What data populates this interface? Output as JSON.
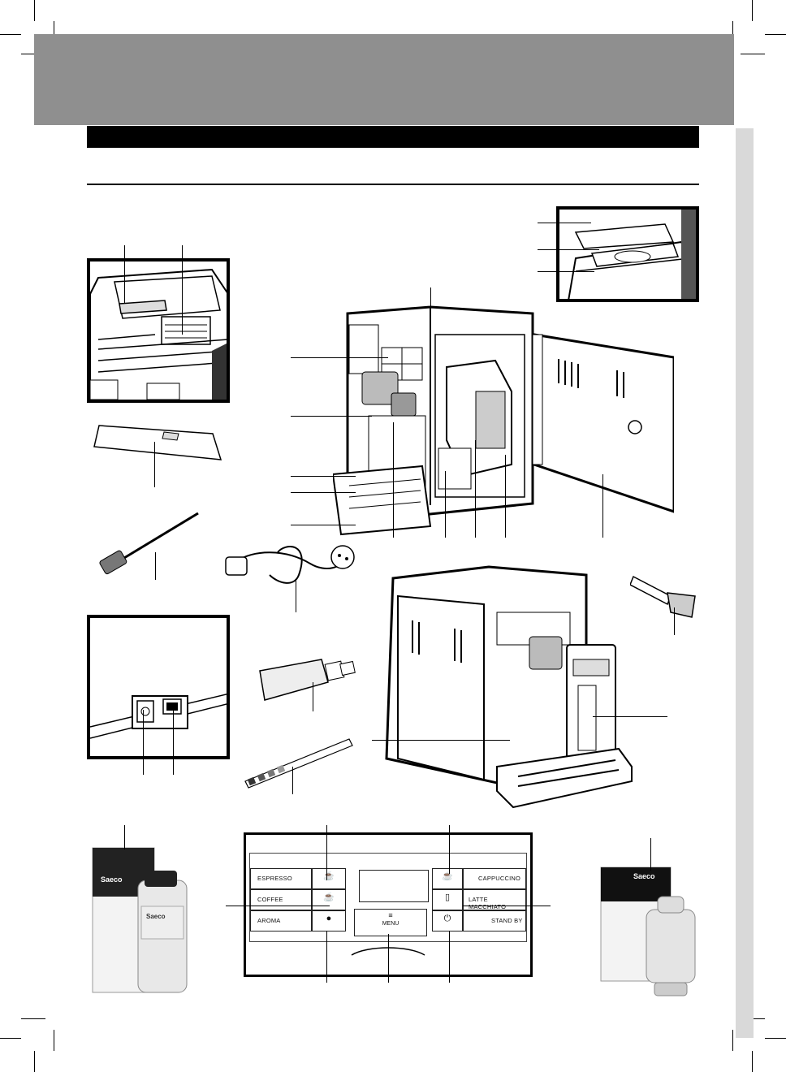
{
  "control_panel": {
    "left_buttons": [
      {
        "label": "ESPRESSO",
        "icon": "espresso-cup-icon",
        "sublabel": ""
      },
      {
        "label": "COFFEE",
        "icon": "coffee-cup-icon",
        "sublabel": ""
      },
      {
        "label": "AROMA",
        "icon": "coffee-bean-icon",
        "sublabel": ""
      }
    ],
    "right_buttons": [
      {
        "label": "CAPPUCCINO",
        "icon": "cappuccino-cup-icon",
        "sublabel": ""
      },
      {
        "label": "LATTE MACCHIATO",
        "icon": "latte-glass-icon",
        "sublabel": ""
      },
      {
        "label": "STAND BY",
        "icon": "power-icon",
        "sublabel": ""
      }
    ],
    "menu_label": "MENU",
    "menu_icon": "menu-lines-icon"
  },
  "descaler_brand": "Saeco",
  "filter_brand": "Saeco",
  "colors": {
    "header": "#8f8f8f",
    "side_tab": "#d9d9d9",
    "ink": "#000000"
  }
}
